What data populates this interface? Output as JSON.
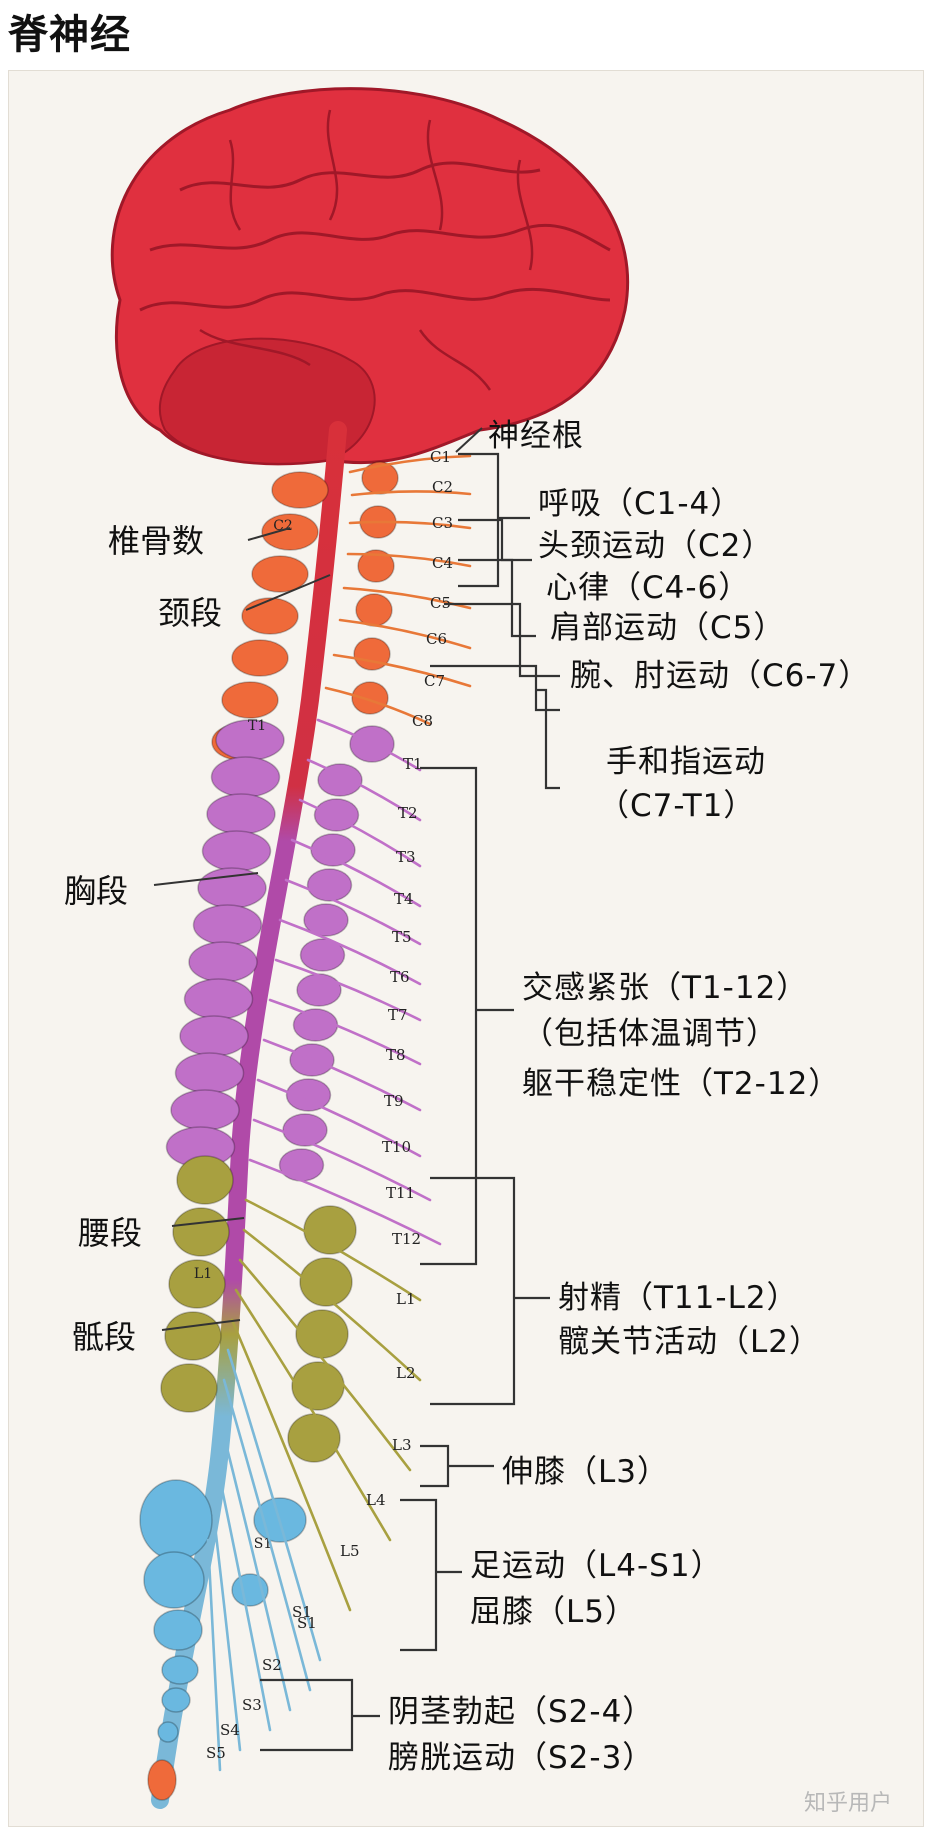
{
  "title": "脊神经",
  "root_label": "神经根",
  "segment_labels": {
    "vertebra_count": "椎骨数",
    "cervical": "颈段",
    "thoracic": "胸段",
    "lumbar": "腰段",
    "sacral": "骶段"
  },
  "functions": [
    "呼吸（C1-4）",
    "头颈运动（C2）",
    "心律（C4-6）",
    "肩部运动（C5）",
    "腕、肘运动（C6-7）",
    "手和指运动",
    "（C7-T1）",
    "交感紧张（T1-12）",
    "（包括体温调节）",
    "躯干稳定性（T2-12）",
    "射精（T11-L2）",
    "髋关节活动（L2）",
    "伸膝（L3）",
    "足运动（L4-S1）",
    "屈膝（L5）",
    "阴茎勃起（S2-4）",
    "膀胱运动（S2-3）"
  ],
  "nerve_labels": [
    "C1",
    "C2",
    "C3",
    "C4",
    "C5",
    "C6",
    "C7",
    "C8",
    "T1",
    "T2",
    "T3",
    "T4",
    "T5",
    "T6",
    "T7",
    "T8",
    "T9",
    "T10",
    "T11",
    "T12",
    "L1",
    "L2",
    "L3",
    "L4",
    "L5",
    "S1",
    "S1",
    "S2",
    "S3",
    "S4",
    "S5"
  ],
  "vertebra_labels": [
    "C2",
    "T1",
    "L1",
    "S1"
  ],
  "watermark": "知乎用户",
  "colors": {
    "brain": "#e0303f",
    "cervical": "#ef6a3a",
    "thoracic": "#c070c8",
    "lumbar": "#a8a040",
    "sacral": "#6ab8e0",
    "bracket": "#333333"
  }
}
